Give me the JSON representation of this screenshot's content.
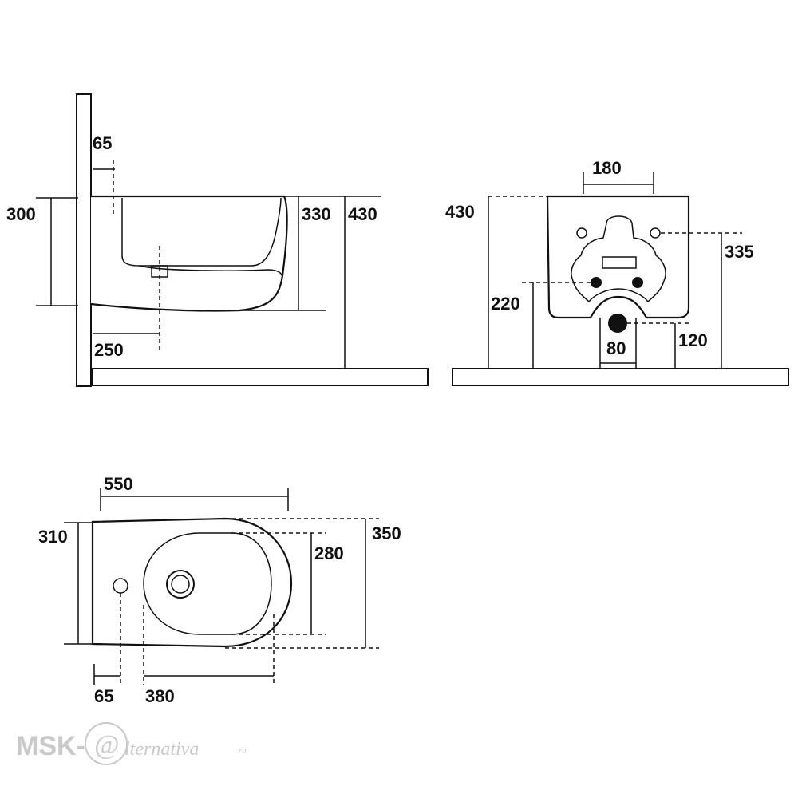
{
  "side_view": {
    "dim_wall_offset": "65",
    "dim_fixing_height": "300",
    "dim_bowl_height": "330",
    "dim_total_height": "430",
    "dim_waste_offset": "250"
  },
  "rear_view": {
    "dim_total_height": "430",
    "dim_bolt_spacing": "180",
    "dim_bolt_height": "335",
    "dim_supply_height": "220",
    "dim_waste_height": "120",
    "dim_waste_width": "80"
  },
  "top_view": {
    "dim_length": "550",
    "dim_body_width": "310",
    "dim_bowl_width": "280",
    "dim_total_width": "350",
    "dim_tap_offset": "65",
    "dim_bowl_length": "380"
  },
  "watermark": {
    "prefix": "MSK-",
    "symbol": "@",
    "suffix": "lternativa",
    "domain": ".ru"
  }
}
